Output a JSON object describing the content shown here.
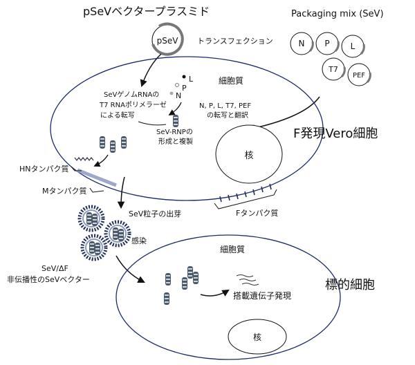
{
  "plasmid": {
    "title": "pSeVベクタープラスミド",
    "circle_label": "pSeV"
  },
  "transfection": "トランスフェクション",
  "packaging": {
    "title": "Packaging mix (SeV)",
    "proteins": [
      "N",
      "P",
      "L",
      "T7",
      "PEF"
    ]
  },
  "producer_cell": {
    "cytoplasm": "細胞質",
    "nucleus": "核",
    "side_title": "F発現Vero細胞",
    "transcription_lines": [
      "SeVゲノムRNAの",
      "T7 RNAポリメラーゼ",
      "による転写"
    ],
    "translation_lines": [
      "N, P, L, T7, PEF",
      "の転写と翻訳"
    ],
    "rnp_lines": [
      "SeV-RNPの",
      "形成と複製"
    ],
    "legend": {
      "L": "L",
      "P": "P",
      "N": "N"
    },
    "hn_label": "HNタンパク質",
    "m_label": "Mタンパク質",
    "f_label": "Fタンパク質",
    "budding": "SeV粒子の出芽"
  },
  "virus": {
    "infection": "感染",
    "name_lines": [
      "SeV/ΔF",
      "非伝播性のSeVベクター"
    ]
  },
  "target_cell": {
    "cytoplasm": "細胞質",
    "nucleus": "核",
    "side_title": "標的細胞",
    "expression": "搭載遺伝子発現"
  },
  "colors": {
    "outline": "#1a2a6c",
    "gray": "#777777",
    "virus_spike": "#22305a"
  }
}
